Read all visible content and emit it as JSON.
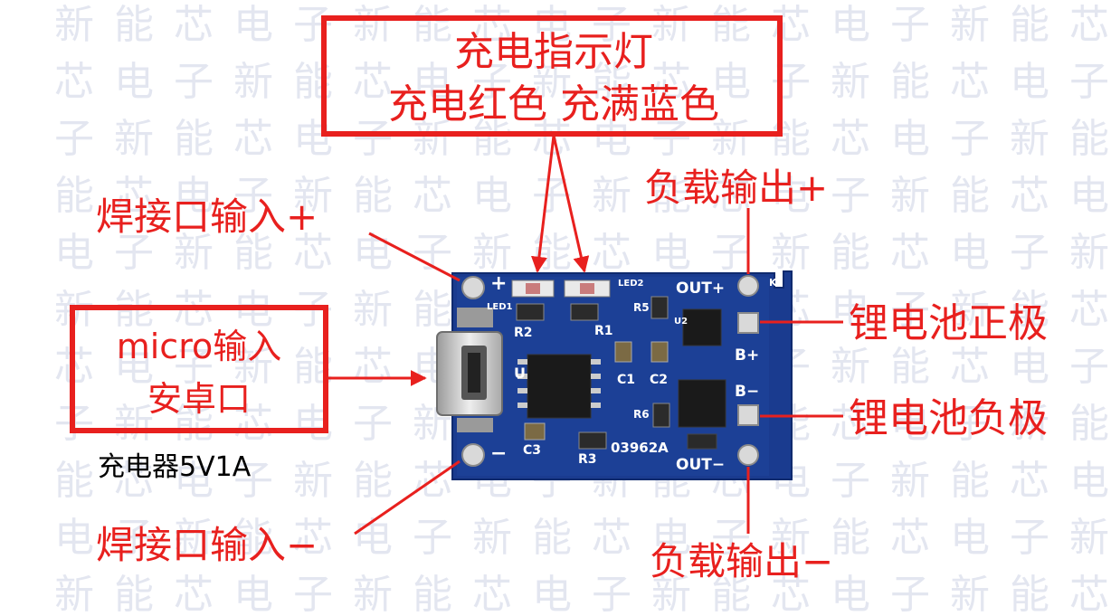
{
  "watermark": {
    "text": "新能芯电子"
  },
  "callouts": {
    "indicator_title": "充电指示灯",
    "indicator_desc": "充电红色  充满蓝色",
    "solder_in_plus": "焊接口输入+",
    "solder_in_minus": "焊接口输入−",
    "load_out_plus": "负载输出+",
    "load_out_minus": "负载输出−",
    "batt_plus": "锂电池正极",
    "batt_minus": "锂电池负极",
    "micro_line1": "micro输入",
    "micro_line2": "安卓口",
    "charger_spec": "充电器5V1A"
  },
  "board_silk": {
    "plus": "+",
    "minus": "−",
    "led1": "LED1",
    "led2": "LED2",
    "out_plus": "OUT+",
    "out_minus": "OUT−",
    "b_plus": "B+",
    "b_minus": "B−",
    "k": "K",
    "u": "U",
    "u2": "U2",
    "r1": "R1",
    "r2": "R2",
    "r3": "R3",
    "r5": "R5",
    "r6": "R6",
    "c1": "C1",
    "c2": "C2",
    "c3": "C3",
    "code": "03962A"
  },
  "colors": {
    "label_red": "#e8201e",
    "pcb_blue": "#1a3b8f",
    "pad_silver": "#d9d9d9",
    "watermark": "#e3e6f0"
  }
}
